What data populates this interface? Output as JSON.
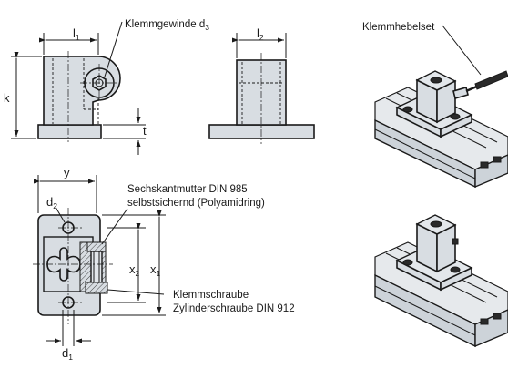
{
  "labels": {
    "klemmgewinde": "Klemmgewinde d",
    "klemmgewinde_sub": "3",
    "klemmhebelset": "Klemmhebelset",
    "sechskantmutter_line1": "Sechskantmutter  DIN 985",
    "sechskantmutter_line2": "selbstsichernd (Polyamidring)",
    "klemmschraube_line1": "Klemmschraube",
    "klemmschraube_line2": "Zylinderschraube DIN 912"
  },
  "dimensions": {
    "l1": "l",
    "l1_sub": "1",
    "l2": "l",
    "l2_sub": "2",
    "k": "k",
    "t": "t",
    "y": "y",
    "d2": "d",
    "d2_sub": "2",
    "x2": "x",
    "x2_sub": "2",
    "x1": "x",
    "x1_sub": "1",
    "d1": "d",
    "d1_sub": "1"
  },
  "colors": {
    "part_fill": "#d8dde2",
    "line": "#1a1a1a",
    "background": "#ffffff"
  }
}
